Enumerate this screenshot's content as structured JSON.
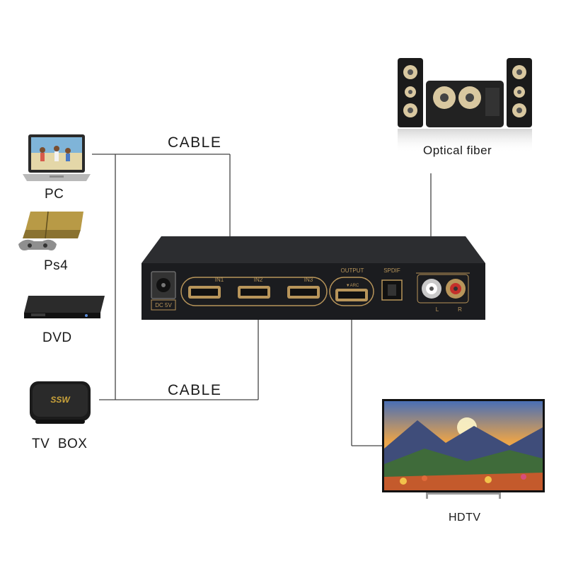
{
  "sources": [
    {
      "label": "PC",
      "icon": "laptop-icon"
    },
    {
      "label": "Ps4",
      "icon": "game-console-icon"
    },
    {
      "label": "DVD",
      "icon": "dvd-player-icon"
    },
    {
      "label": "TV  BOX",
      "icon": "tv-box-icon"
    }
  ],
  "cable_labels": [
    "CABLE",
    "CABLE"
  ],
  "speakers": {
    "label": "Optical fiber",
    "icon": "speakers-icon"
  },
  "tv": {
    "label": "HDTV",
    "icon": "hdtv-icon"
  },
  "tvbox_brand": "SSW",
  "switch": {
    "dc_label": "DC 5V",
    "inputs": [
      "IN1",
      "IN2",
      "IN3"
    ],
    "output_label": "OUTPUT",
    "arc_label": "▼ARC",
    "spdif_label": "SPDIF",
    "left_label": "L",
    "right_label": "R"
  },
  "colors": {
    "accent_gold": "#b8955a",
    "device_body": "#1e1f22",
    "line": "#333333"
  }
}
